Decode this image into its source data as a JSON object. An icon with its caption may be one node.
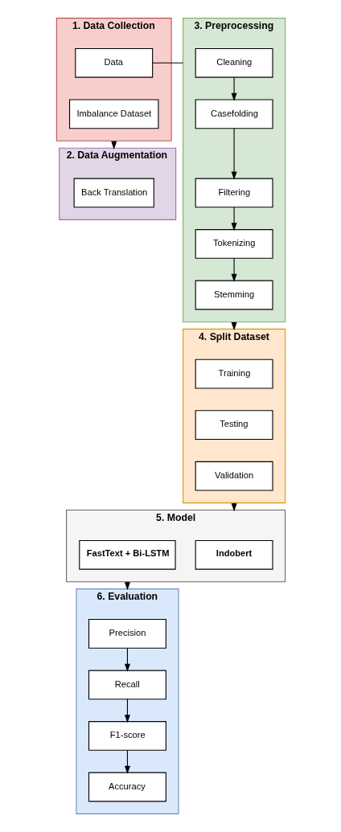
{
  "diagram": {
    "nodes": [
      {
        "text": [
          "1. Data Collection"
        ]
      },
      {
        "text": [
          "Data"
        ],
        "in": 0
      },
      {
        "text": [
          "Imbalance Dataset"
        ],
        "in": 0
      },
      {
        "text": [
          "2. Data Augmentation"
        ]
      },
      {
        "text": [
          "Back Translation"
        ],
        "in": 3
      },
      {
        "text": [
          "3. Preprocessing"
        ]
      },
      {
        "text": [
          "Cleaning"
        ],
        "in": 5
      },
      {
        "text": [
          "Casefolding"
        ],
        "in": 5
      },
      {
        "text": [
          "Filtering"
        ],
        "in": 5
      },
      {
        "text": [
          "Tokenizing"
        ],
        "in": 5
      },
      {
        "text": [
          "Stemming"
        ],
        "in": 5
      },
      {
        "text": [
          "4. Split Dataset"
        ]
      },
      {
        "text": [
          "Training"
        ],
        "in": 11
      },
      {
        "text": [
          "Testing"
        ],
        "in": 11
      },
      {
        "text": [
          "Validation"
        ],
        "in": 11
      },
      {
        "text": [
          "5. Model"
        ]
      },
      {
        "text": [
          "Indobert"
        ],
        "in": 15
      },
      {
        "text": [
          "FastText + Bi-LSTM"
        ],
        "in": 15
      },
      {
        "text": [
          "6. Evaluation"
        ]
      },
      {
        "text": [
          "Precision"
        ],
        "in": 18
      },
      {
        "text": [
          "Recall"
        ],
        "in": 18
      },
      {
        "text": [
          "F1-score"
        ],
        "in": 18
      },
      {
        "text": [
          "Accuracy"
        ],
        "in": 18
      }
    ],
    "edges": [
      {
        "from": 1,
        "to": 5,
        "arrow": "none"
      },
      {
        "from": 6,
        "to": 7,
        "arrow": "to"
      },
      {
        "from": 7,
        "to": 8,
        "arrow": "to"
      },
      {
        "from": 8,
        "to": 9,
        "arrow": "to"
      },
      {
        "from": 9,
        "to": 10,
        "arrow": "to"
      },
      {
        "from": 0,
        "to": 3,
        "arrow": "to"
      },
      {
        "from": 5,
        "to": 11,
        "arrow": "to"
      },
      {
        "from": 11,
        "to": 15,
        "arrow": "to"
      },
      {
        "from": 15,
        "to": 18,
        "arrow": "to"
      },
      {
        "from": 19,
        "to": 20,
        "arrow": "to"
      },
      {
        "from": 20,
        "to": 21,
        "arrow": "to"
      },
      {
        "from": 21,
        "to": 22,
        "arrow": "to"
      }
    ]
  }
}
